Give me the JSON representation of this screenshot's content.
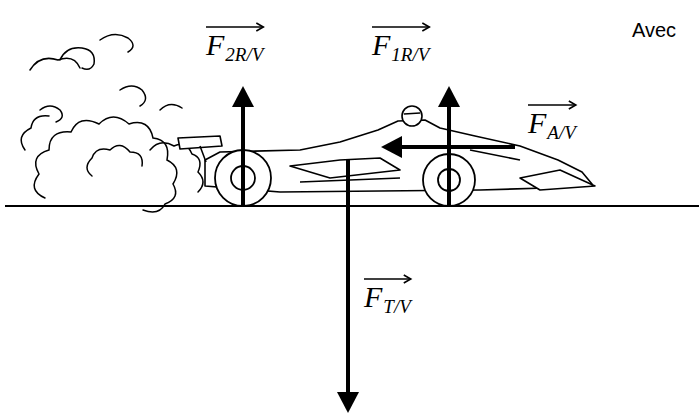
{
  "diagram": {
    "labels": [
      "F",
      "2R/V",
      "F",
      "1R/V",
      "Avec",
      "F",
      "A/V",
      "F",
      "T/V"
    ]
  }
}
